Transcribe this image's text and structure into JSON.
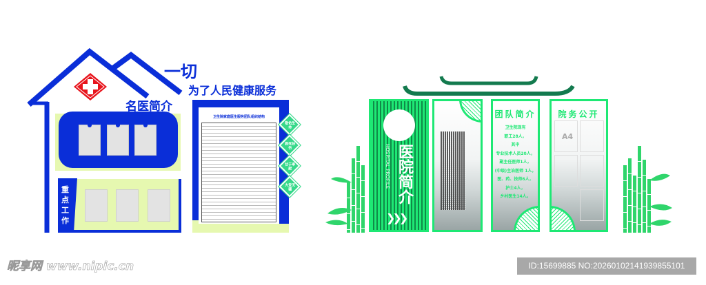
{
  "left_wall": {
    "slogan_line1": "一切",
    "slogan_line2": "为了人民健康服务",
    "famous_doctors_title": "名医简介",
    "key_work_title": "重点工作",
    "doctor_cards": [
      "",
      "",
      ""
    ],
    "org_chart_title": "卫生院家庭医生服务团队组织结构",
    "values": [
      "敬佑生命",
      "救死扶伤",
      "甘于奉献",
      "大爱无疆"
    ],
    "colors": {
      "primary": "#0a2ed8",
      "accent": "#e6f8b0",
      "cross": "#e8141c",
      "diamond": "#36d98a"
    }
  },
  "right_wall": {
    "profile_title": "医院简介",
    "profile_subtitle": "HOSPITAL PROFILE",
    "team_title": "团队简介",
    "team_lines": [
      "卫生院现有",
      "职工28人，",
      "其中",
      "专业技术人员20人，",
      "副主任医师1人，",
      "(中级)主治医师 1人，",
      "医、药、技师6人，",
      "护士4人，",
      "乡村医生14人。"
    ],
    "affairs_title": "院务公开",
    "affairs_slot_label": "A4",
    "colors": {
      "primary": "#1ee874",
      "roof": "#137a4e"
    }
  },
  "watermark": {
    "site": "昵享网 www.nipic.cn",
    "id_text": "ID:15699885 NO:20260102141939855101"
  }
}
